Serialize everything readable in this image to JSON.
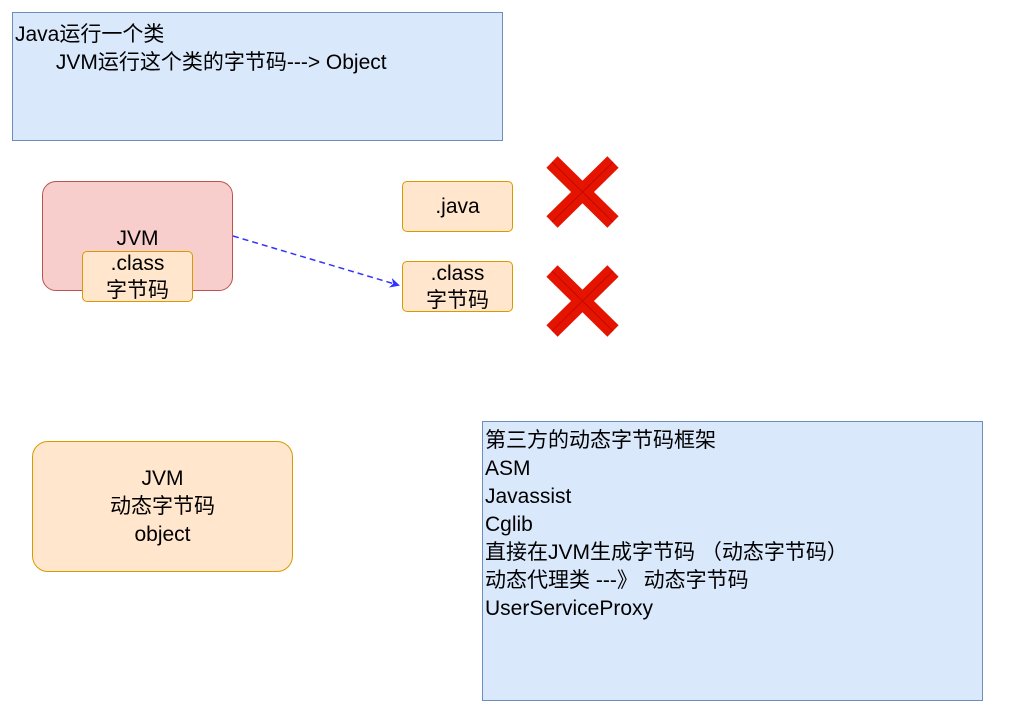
{
  "top_note": {
    "line1": "Java运行一个类",
    "line2": "       JVM运行这个类的字节码---> Object"
  },
  "jvm_box": {
    "label": "JVM",
    "inner": {
      "line1": ".class",
      "line2": "字节码"
    }
  },
  "java_file": {
    "label": ".java"
  },
  "class_file": {
    "line1": ".class",
    "line2": "字节码"
  },
  "dynamic_box": {
    "line1": "JVM",
    "line2": "动态字节码",
    "line3": "object"
  },
  "frameworks_note": {
    "lines": [
      "第三方的动态字节码框架",
      "ASM",
      "Javassist",
      "Cglib",
      "",
      "直接在JVM生成字节码 （动态字节码）",
      "",
      "动态代理类 ---》 动态字节码",
      "UserServiceProxy"
    ]
  },
  "colors": {
    "arrow": "#3333ff",
    "cross": "#e51400"
  },
  "icons": [
    "cross-icon",
    "cross-icon"
  ]
}
